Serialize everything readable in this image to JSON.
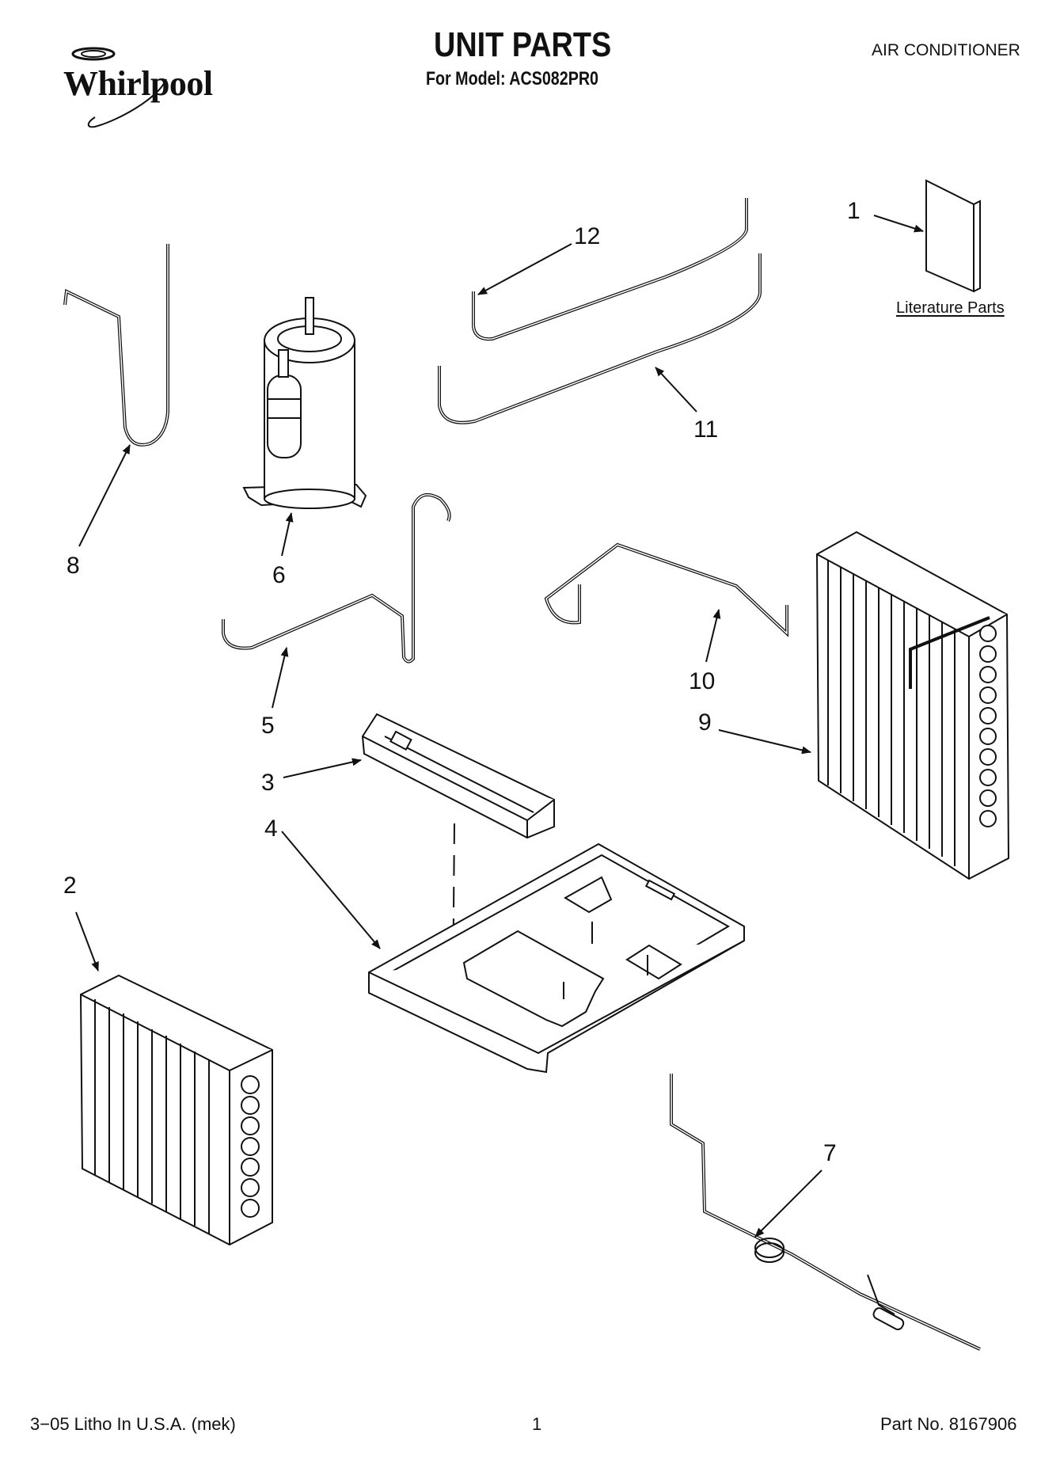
{
  "header": {
    "brand": "Whirlpool",
    "title": "UNIT PARTS",
    "model_line": "For Model: ACS082PR0",
    "category": "AIR CONDITIONER"
  },
  "callouts": [
    {
      "id": "1",
      "label": "1"
    },
    {
      "id": "2",
      "label": "2"
    },
    {
      "id": "3",
      "label": "3"
    },
    {
      "id": "4",
      "label": "4"
    },
    {
      "id": "5",
      "label": "5"
    },
    {
      "id": "6",
      "label": "6"
    },
    {
      "id": "7",
      "label": "7"
    },
    {
      "id": "8",
      "label": "8"
    },
    {
      "id": "9",
      "label": "9"
    },
    {
      "id": "10",
      "label": "10"
    },
    {
      "id": "11",
      "label": "11"
    },
    {
      "id": "12",
      "label": "12"
    }
  ],
  "literature_label": "Literature Parts",
  "footer": {
    "litho": "3−05 Litho In U.S.A. (mek)",
    "page": "1",
    "part_no": "Part No. 8167906"
  }
}
